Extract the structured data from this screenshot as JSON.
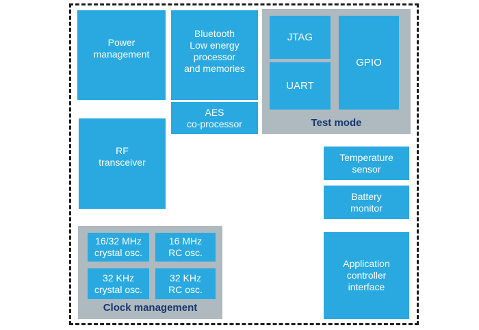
{
  "diagram": {
    "type": "soc-block-diagram",
    "colors": {
      "block_fill": "#2AA9E0",
      "block_text": "#FFFFFF",
      "group_fill": "#AFB9C0",
      "group_label_text": "#17386C",
      "boundary_dash": "#1C1C1C",
      "background": "#FFFFFF"
    },
    "blocks": {
      "power_management": "Power\nmanagement",
      "bluetooth_processor": "Bluetooth\nLow energy\nprocessor\nand memories",
      "aes_coprocessor": "AES\nco-processor",
      "rf_transceiver": "RF\ntransceiver",
      "temperature_sensor": "Temperature\nsensor",
      "battery_monitor": "Battery\nmonitor",
      "application_controller_interface": "Application\ncontroller\ninterface"
    },
    "groups": {
      "test_mode": {
        "label": "Test mode",
        "blocks": {
          "jtag": "JTAG",
          "uart": "UART",
          "gpio": "GPIO"
        }
      },
      "clock_management": {
        "label": "Clock management",
        "blocks": {
          "crystal_16_32mhz": "16/32 MHz\ncrystal osc.",
          "rc_16mhz": "16 MHz\nRC osc.",
          "crystal_32khz": "32 KHz\ncrystal osc.",
          "rc_32khz": "32 KHz\nRC osc."
        }
      }
    }
  }
}
